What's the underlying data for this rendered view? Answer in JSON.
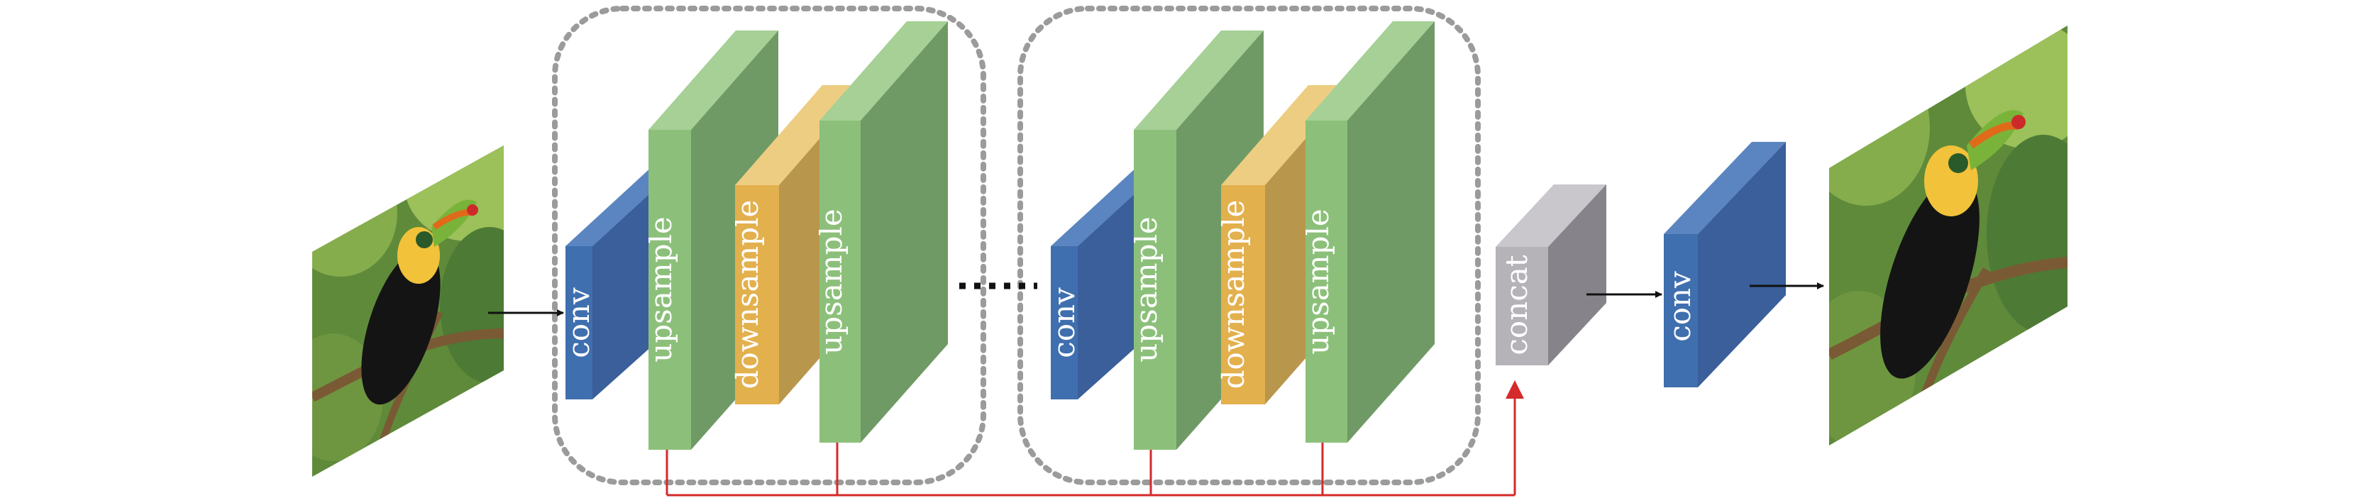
{
  "blocks": {
    "conv": "conv",
    "upsample": "upsample",
    "downsample": "downsample",
    "concat": "concat"
  },
  "colors": {
    "conv_front": "#3f6fae",
    "conv_side": "#3a5f9a",
    "conv_top": "#5a85c0",
    "up_front": "#8cc07a",
    "up_side": "#6f9a65",
    "up_top": "#a6d096",
    "down_front": "#e3b04e",
    "down_side": "#b8964c",
    "down_top": "#edcd82",
    "concat_front": "#b5b3b8",
    "concat_side": "#86848a",
    "concat_top": "#c9c7cc",
    "skip_line": "#d42a2a",
    "group_border": "#9b9b9b",
    "arrow": "#111111"
  },
  "icons": {
    "input_image": "toucan-photo",
    "output_image": "toucan-photo"
  }
}
